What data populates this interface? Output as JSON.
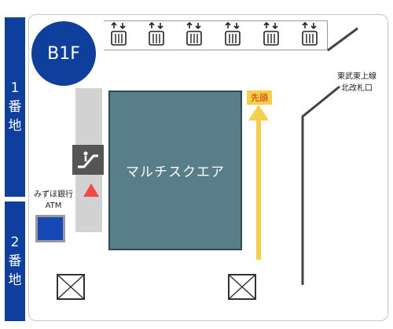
{
  "floor": {
    "label": "B1F",
    "badge_color": "#0e3f9c"
  },
  "side_zones": [
    {
      "label": "1番地",
      "chars": [
        "1",
        "番",
        "地"
      ]
    },
    {
      "label": "2番地",
      "chars": [
        "2",
        "番",
        "地"
      ]
    }
  ],
  "main_area": {
    "label": "マルチスクエア",
    "color": "#587e8a"
  },
  "atm": {
    "bank_name": "みずほ銀行",
    "label": "ATM",
    "color": "#1548b4"
  },
  "direction": {
    "lead_label": "先頭",
    "arrow_color": "#f4d048"
  },
  "exit": {
    "line1": "東武東上線",
    "line2": "北改札口"
  },
  "icons": {
    "elevator": "elevator-icon",
    "escalator": "escalator-icon",
    "closed_area": "crossed-box-icon"
  },
  "colors": {
    "brand_blue": "#0e3f9c",
    "corridor": "#d2d2d2",
    "up_marker": "#f04a4a"
  }
}
